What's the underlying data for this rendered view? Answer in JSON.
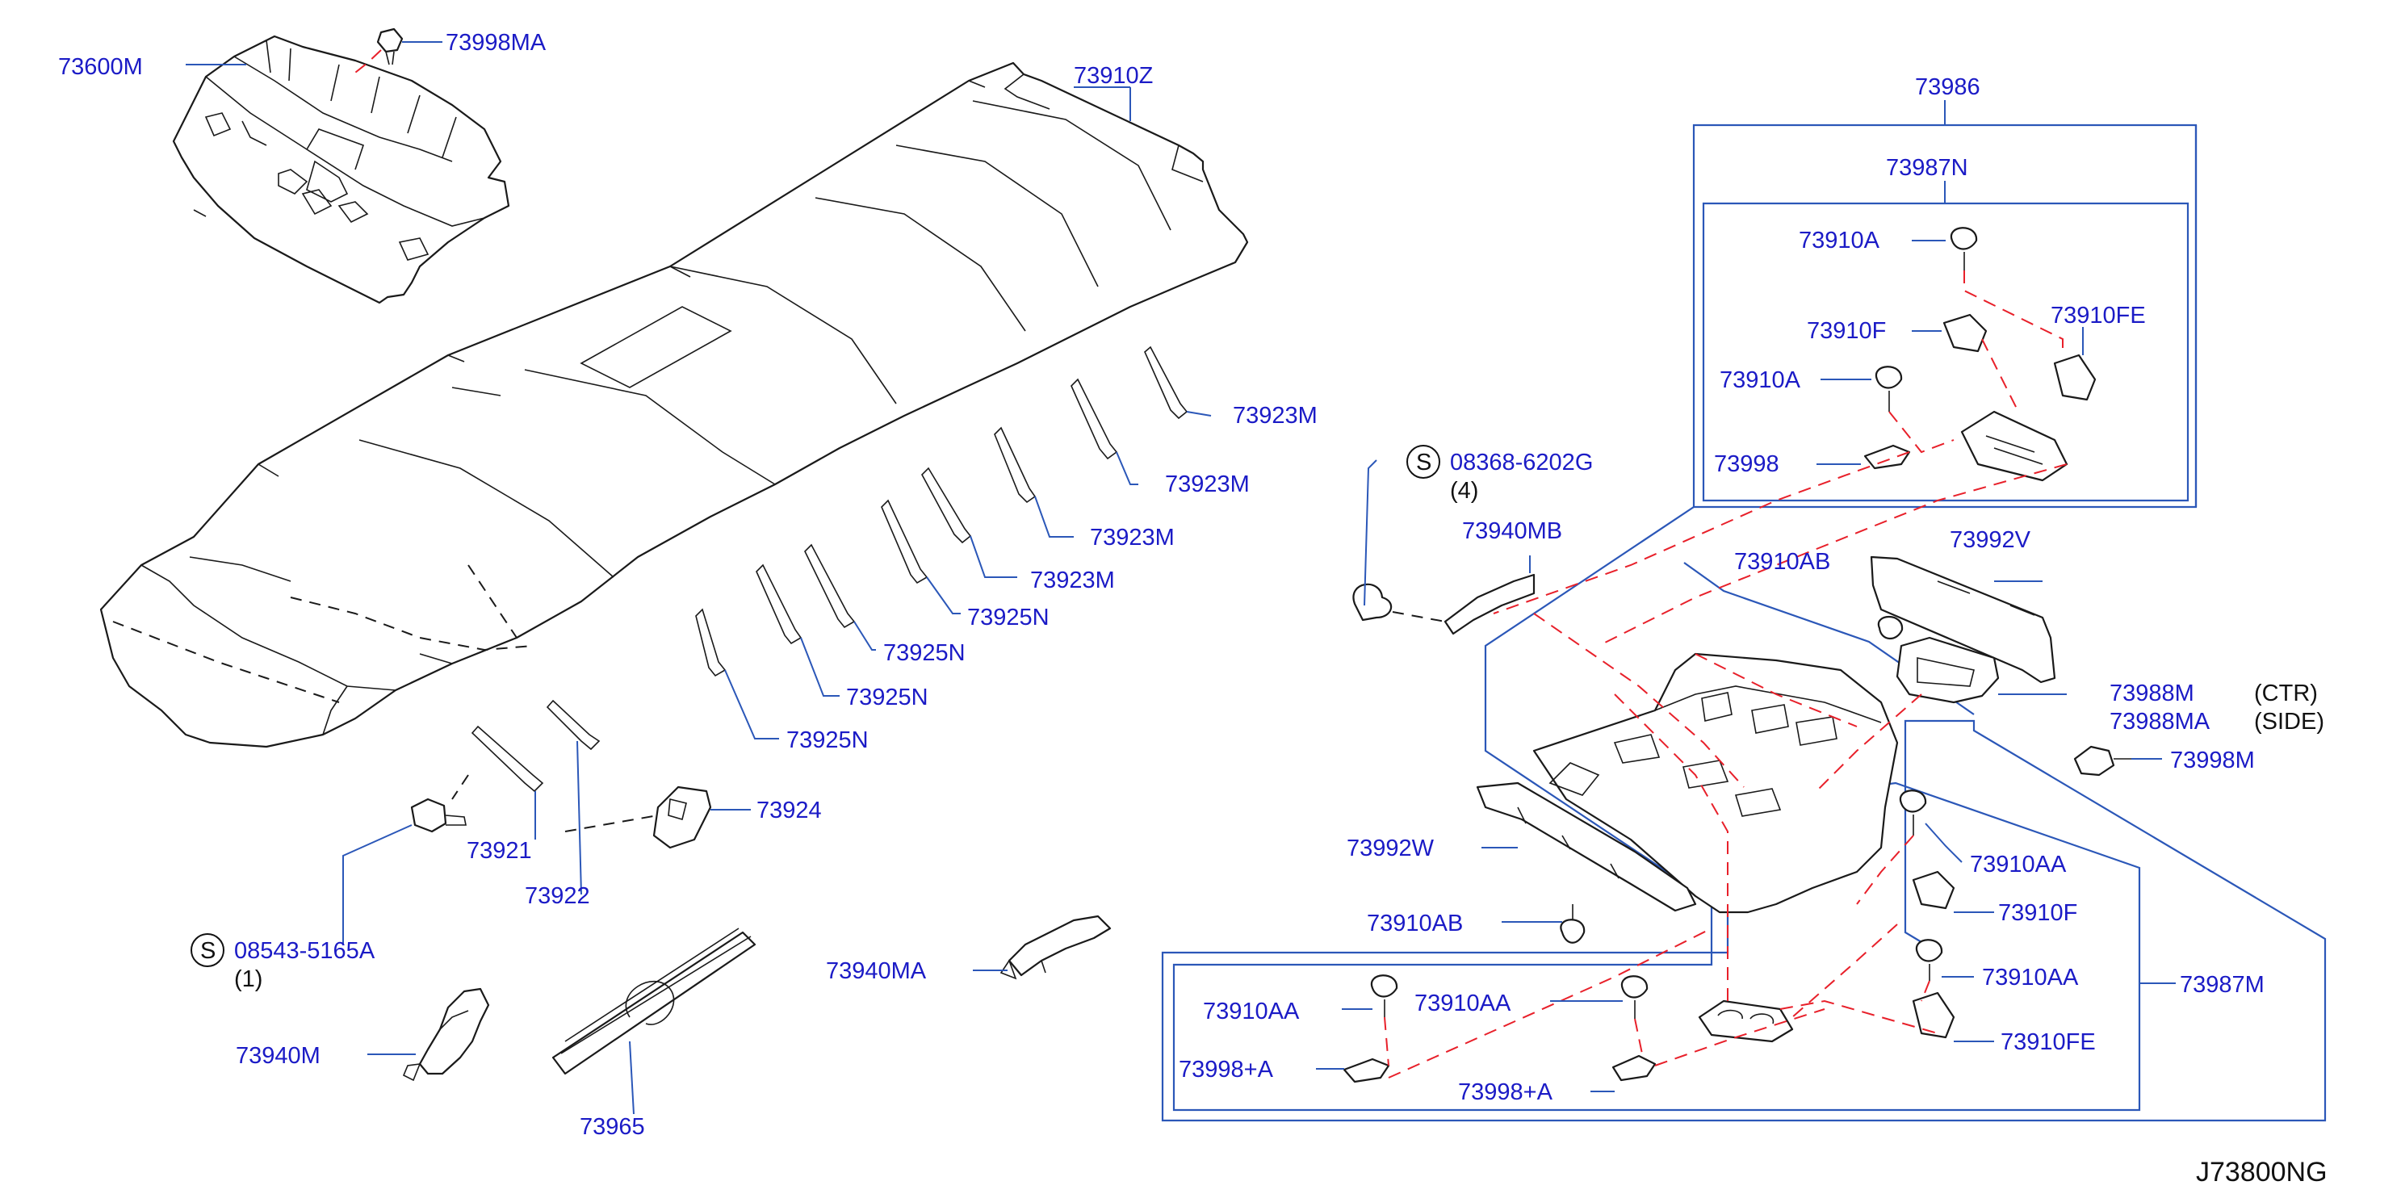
{
  "diagram_code": "J73800NG",
  "labels": {
    "l73600m": "73600M",
    "l73998ma_top": "73998MA",
    "l73910z": "73910Z",
    "l73986": "73986",
    "l73987n": "73987N",
    "l73910a_1": "73910A",
    "l73910f_1": "73910F",
    "l73910fe_1": "73910FE",
    "l73910a_2": "73910A",
    "l73998": "73998",
    "l73923m_1": "73923M",
    "l73923m_2": "73923M",
    "l73923m_3": "73923M",
    "l73923m_4": "73923M",
    "l73925n_1": "73925N",
    "l73925n_2": "73925N",
    "l73925n_3": "73925N",
    "l73925n_4": "73925N",
    "l08368": "08368-6202G",
    "l08368_qty": "(4)",
    "l73940mb": "73940MB",
    "l73910ab_1": "73910AB",
    "l73992v": "73992V",
    "l73988m": "73988M",
    "l73988ma": "73988MA",
    "ctr": "(CTR)",
    "side": "(SIDE)",
    "l73998m": "73998M",
    "l73924": "73924",
    "l73921": "73921",
    "l73922": "73922",
    "l08543": "08543-5165A",
    "l08543_qty": "(1)",
    "l73940m": "73940M",
    "l73965": "73965",
    "l73940ma": "73940MA",
    "l73992w": "73992W",
    "l73910ab_2": "73910AB",
    "l73910aa_1": "73910AA",
    "l73910aa_2": "73910AA",
    "l73910aa_3": "73910AA",
    "l73910aa_4": "73910AA",
    "l73910f_2": "73910F",
    "l73910fe_2": "73910FE",
    "l73987m": "73987M",
    "l73998pa_1": "73998+A",
    "l73998pa_2": "73998+A"
  },
  "s_mark": "S"
}
